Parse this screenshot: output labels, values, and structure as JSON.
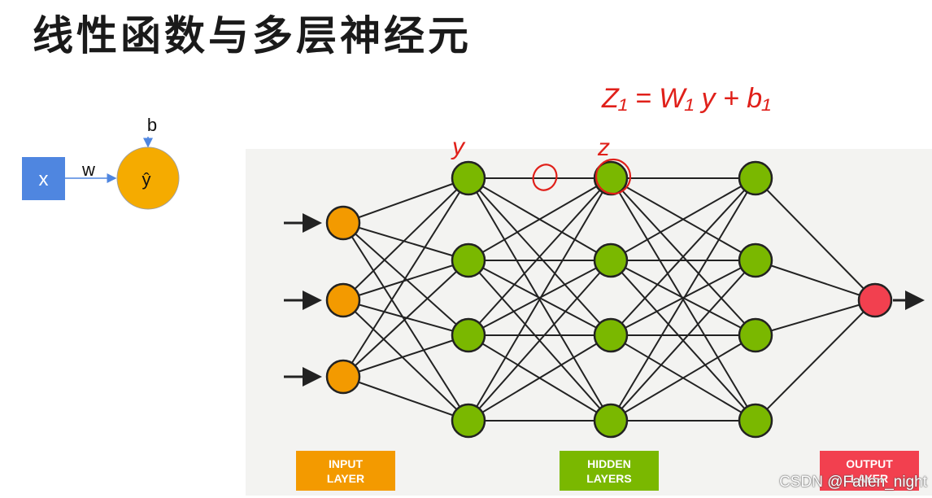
{
  "title": "线性函数与多层神经元",
  "simple_neuron": {
    "input_label": "x",
    "weight_label": "w",
    "bias_label": "b",
    "output_label": "ŷ",
    "colors": {
      "input": "#4f86e0",
      "output": "#f5ab00",
      "arrow": "#4f86e0"
    }
  },
  "network": {
    "layer_sizes": [
      3,
      4,
      4,
      4,
      1
    ],
    "labels": {
      "input": [
        "INPUT",
        "LAYER"
      ],
      "hidden": [
        "HIDDEN",
        "LAYERS"
      ],
      "output": [
        "OUTPUT",
        "LAYER"
      ]
    },
    "colors": {
      "input": "#f39a00",
      "hidden": "#7ab800",
      "output": "#f2404f",
      "edge": "#222222",
      "label_input_bg": "#f39a00",
      "label_hidden_bg": "#7ab800",
      "label_output_bg": "#f2404f"
    }
  },
  "annotations": {
    "equation": "Z₁ = W₁ y + b₁",
    "y_mark": "y",
    "z_mark": "z",
    "o_mark": "O",
    "color": "#e0201a"
  },
  "watermark": "CSDN @Fallen_night"
}
